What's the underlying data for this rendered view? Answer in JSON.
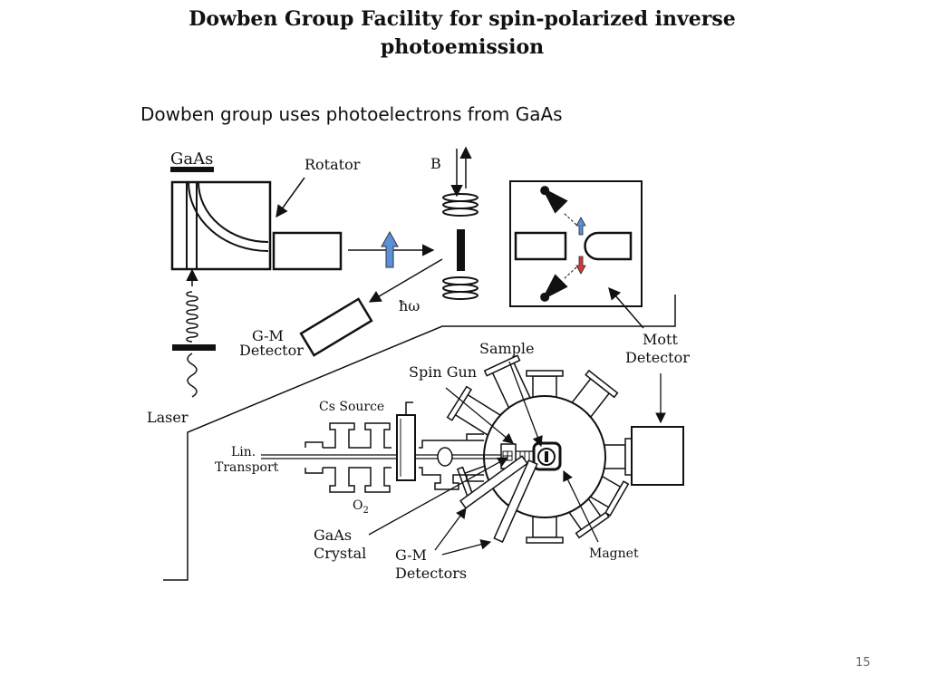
{
  "title_line1": "Dowben Group Facility for spin-polarized inverse",
  "title_line2": "photoemission",
  "subtitle": "Dowben group uses photoelectrons from GaAs",
  "page_number": "15",
  "labels": {
    "gaas": "GaAs",
    "rotator": "Rotator",
    "b_field": "B",
    "hbar_omega": "ħω",
    "gm_detector_1": "G-M",
    "gm_detector_2": "Detector",
    "mott_1": "Mott",
    "mott_2": "Detector",
    "laser": "Laser",
    "sample": "Sample",
    "spin_gun": "Spin Gun",
    "cs_source": "Cs Source",
    "lin_1": "Lin.",
    "lin_2": "Transport",
    "o2": "O",
    "o2_sub": "2",
    "gaas_crystal_1": "GaAs",
    "gaas_crystal_2": "Crystal",
    "gm_detectors_1": "G-M",
    "gm_detectors_2": "Detectors",
    "magnet": "Magnet"
  },
  "colors": {
    "spin_up_arrow": "#5b8fd6",
    "spin_down_arrow": "#d03a3a"
  }
}
